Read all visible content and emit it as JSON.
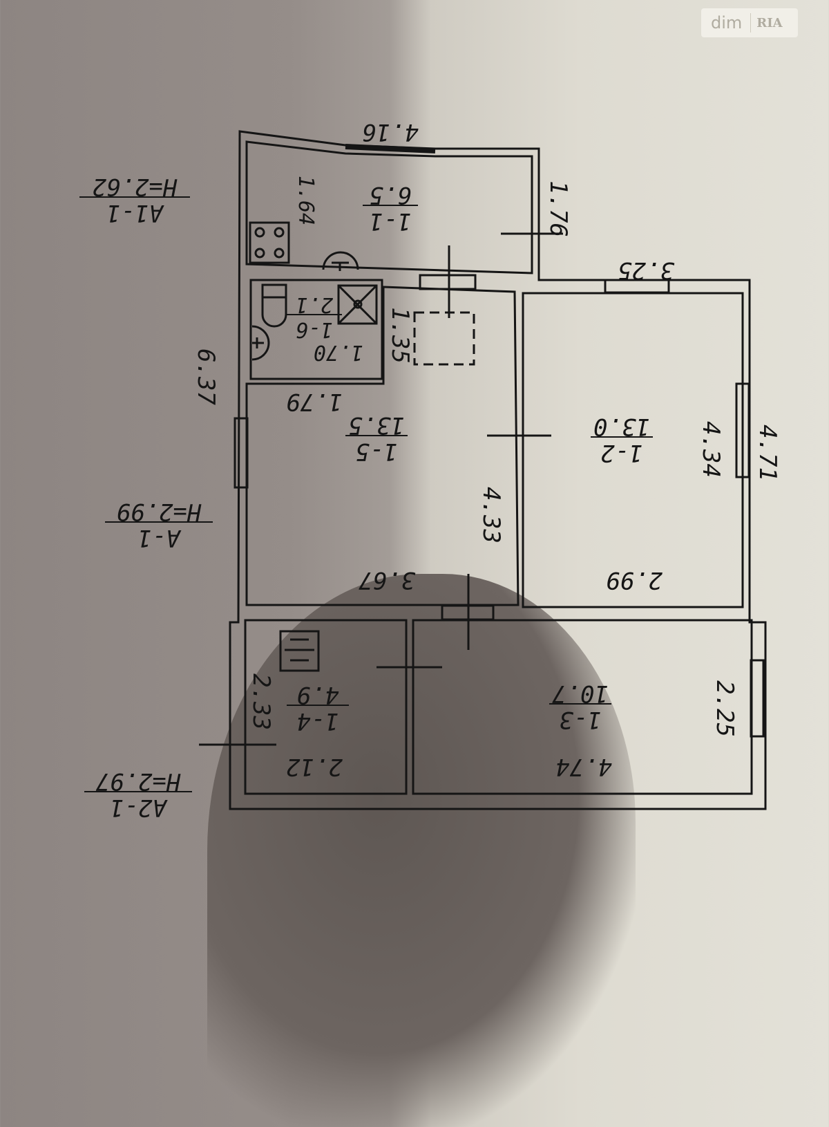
{
  "watermark": {
    "brand": "dim",
    "logo": "RIA"
  },
  "plan": {
    "top_width": "4.16",
    "blocks": [
      {
        "name": "A1-1",
        "height": "H=2.62"
      },
      {
        "name": "A-1",
        "height": "H=2.99"
      },
      {
        "name": "A2-1",
        "height": "H=2.97"
      }
    ],
    "rooms": [
      {
        "id": "1-1",
        "area": "6.5"
      },
      {
        "id": "1-6",
        "area": "2.1"
      },
      {
        "id": "1-5",
        "area": "13.5"
      },
      {
        "id": "1-2",
        "area": "13.0"
      },
      {
        "id": "1-4",
        "area": "4.9"
      },
      {
        "id": "1-3",
        "area": "10.7"
      }
    ],
    "dimensions": {
      "d164": "1.64",
      "d176": "1.76",
      "d325": "3.25",
      "d170": "1.70",
      "d135": "1.35",
      "d637": "6.37",
      "d179": "1.79",
      "d434": "4.34",
      "d471": "4.71",
      "d433": "4.33",
      "d367": "3.67",
      "d299": "2.99",
      "d233": "2.33",
      "d225": "2.25",
      "d212": "2.12",
      "d474": "4.74"
    }
  }
}
